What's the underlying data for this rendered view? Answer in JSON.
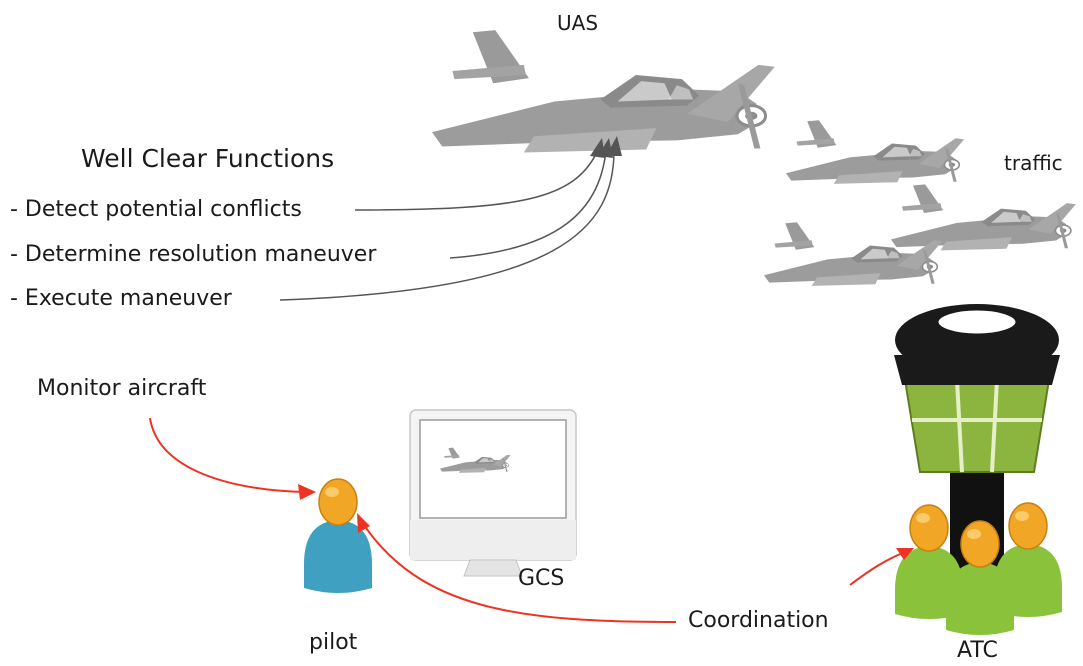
{
  "labels": {
    "uas": "UAS",
    "traffic": "traffic",
    "functions_title": "Well Clear Functions",
    "functions": [
      "- Detect potential conflicts",
      "- Determine resolution maneuver",
      "- Execute maneuver"
    ],
    "monitor": "Monitor aircraft",
    "gcs": "GCS",
    "pilot": "pilot",
    "coordination": "Coordination",
    "atc": "ATC"
  },
  "colors": {
    "aircraft": "#999999",
    "aircraft_dark": "#7d7d7d",
    "arrow_gray": "#555555",
    "arrow_red": "#ee3322",
    "tower_green": "#8db43e",
    "tower_black": "#1a1a1a",
    "pilot_shirt": "#3f9fbf",
    "atc_shirt": "#8cc43c",
    "head": "#f0a020"
  },
  "icons": [
    "airplane-icon",
    "monitor-icon",
    "control-tower-icon",
    "person-icon"
  ]
}
